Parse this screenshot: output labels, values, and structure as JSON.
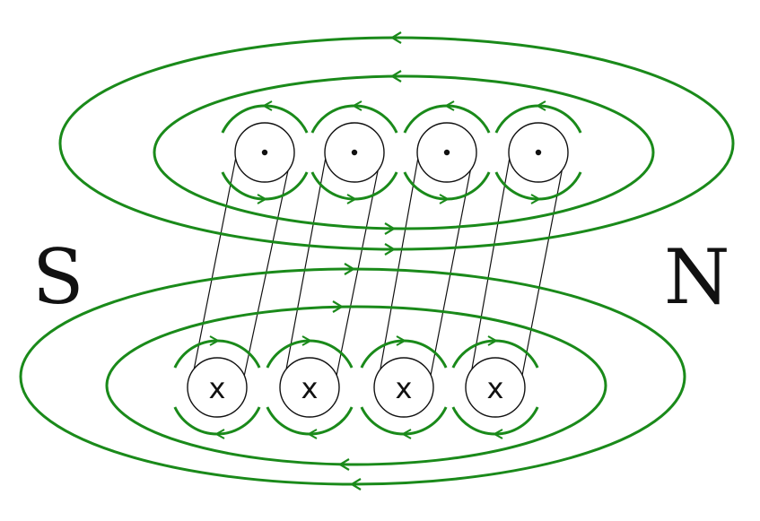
{
  "labels": {
    "south_pole": "S",
    "north_pole": "N",
    "current_out_symbol": "·",
    "current_in_symbol": "x"
  },
  "colors": {
    "field_line": "#1a8a1a",
    "wire": "#111111",
    "background": "#ffffff"
  },
  "turns": 4,
  "field_loops_per_side": 2
}
